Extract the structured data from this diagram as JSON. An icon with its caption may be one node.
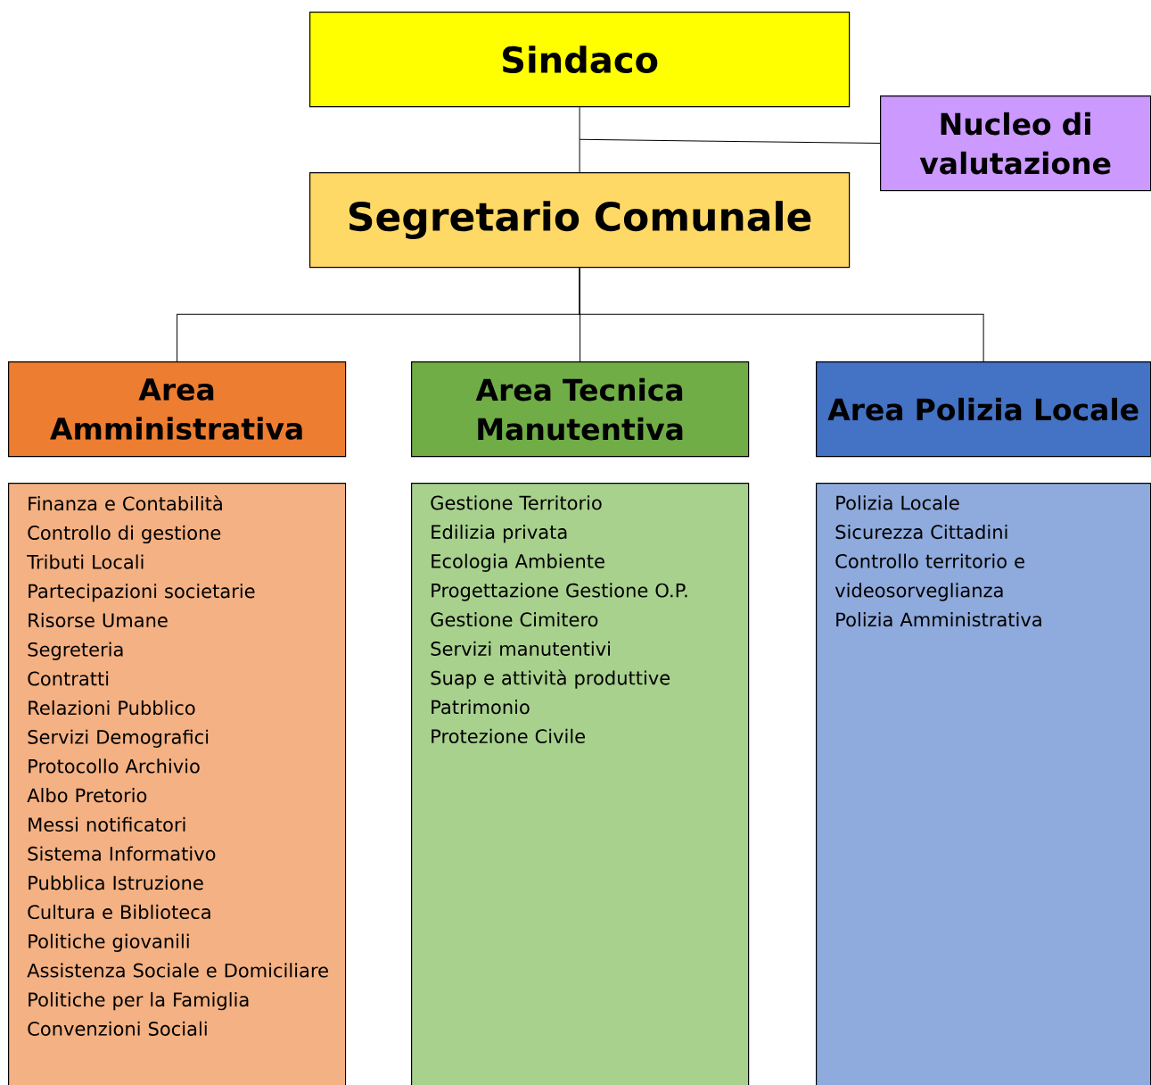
{
  "diagram": {
    "nodes": [
      {
        "text": [
          "Sindaco"
        ]
      },
      {
        "text": [
          "Nucleo di valutazione"
        ]
      },
      {
        "text": [
          "Segretario Comunale"
        ]
      },
      {
        "text": [
          "Area Amministrativa"
        ]
      },
      {
        "text": [
          "Area Tecnica Manutentiva"
        ]
      },
      {
        "text": [
          "Area Polizia Locale"
        ]
      },
      {
        "text": [
          "Finanza e Contabilità",
          "Controllo di gestione",
          "Tributi Locali",
          "Partecipazioni societarie",
          "Risorse Umane",
          "Segreteria",
          "Contratti",
          "Relazioni Pubblico",
          "Servizi Demografici",
          "Protocollo Archivio",
          "Albo Pretorio",
          "Messi notificatori",
          "Sistema Informativo",
          "Pubblica Istruzione",
          "Cultura e Biblioteca",
          "Politiche giovanili",
          "Assistenza Sociale e Domiciliare",
          "Politiche per la Famiglia",
          "Convenzioni Sociali"
        ]
      },
      {
        "text": [
          "Gestione Territorio",
          "Edilizia privata",
          "Ecologia Ambiente",
          "Progettazione Gestione O.P.",
          "Gestione Cimitero",
          "Servizi manutentivi",
          "Suap e attività produttive",
          "Patrimonio",
          "Protezione Civile"
        ]
      },
      {
        "text": [
          "Polizia Locale",
          "Sicurezza Cittadini",
          "Controllo territorio e videosorveglianza",
          "Polizia Amministrativa"
        ]
      }
    ],
    "edges": [
      {
        "from": 0,
        "to": 2,
        "arrow": "none"
      },
      {
        "from": 0,
        "to": 1,
        "arrow": "none"
      },
      {
        "from": 2,
        "to": 3,
        "arrow": "none"
      },
      {
        "from": 2,
        "to": 4,
        "arrow": "none"
      },
      {
        "from": 2,
        "to": 5,
        "arrow": "none"
      }
    ]
  }
}
